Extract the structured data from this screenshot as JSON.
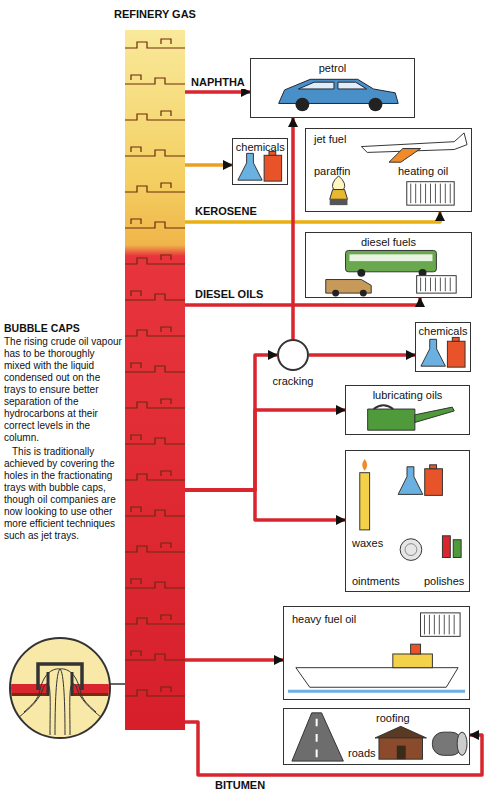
{
  "diagram": {
    "nodes": [
      {
        "text": [
          "REFINERY GAS"
        ]
      },
      {
        "text": [
          "petrol"
        ]
      },
      {
        "text": [
          "chemicals"
        ]
      },
      {
        "text": [
          "jet fuel",
          "paraffin",
          "heating oil"
        ]
      },
      {
        "text": [
          "diesel fuels"
        ]
      },
      {
        "text": [
          "cracking"
        ]
      },
      {
        "text": [
          "chemicals"
        ]
      },
      {
        "text": [
          "lubricating oils"
        ]
      },
      {
        "text": [
          "waxes",
          "ointments",
          "polishes"
        ]
      },
      {
        "text": [
          "heavy fuel oil"
        ]
      },
      {
        "text": [
          "roads",
          "roofing"
        ]
      }
    ],
    "edges": [
      {
        "from": 0,
        "to": 1,
        "label": "NAPHTHA",
        "arrow": "to"
      },
      {
        "from": 0,
        "to": 2,
        "arrow": "to"
      },
      {
        "from": 0,
        "to": 3,
        "label": "KEROSENE",
        "arrow": "to"
      },
      {
        "from": 0,
        "to": 4,
        "label": "DIESEL OILS",
        "arrow": "to"
      },
      {
        "from": 5,
        "to": 1,
        "arrow": "to"
      },
      {
        "from": 5,
        "to": 6,
        "arrow": "to"
      },
      {
        "from": 0,
        "to": 5,
        "arrow": "to"
      },
      {
        "from": 0,
        "to": 7,
        "arrow": "to"
      },
      {
        "from": 0,
        "to": 8,
        "arrow": "to"
      },
      {
        "from": 0,
        "to": 9,
        "arrow": "to"
      },
      {
        "from": 0,
        "to": 10,
        "label": "BITUMEN",
        "arrow": "to"
      }
    ],
    "labels": [
      "BUBBLE CAPS",
      "The rising crude oil vapour has to be thoroughly mixed with the liquid condensed out on the trays to ensure better separation of the hydrocarbons at their correct levels in the column.",
      "This is traditionally achieved by covering the holes in the fractionating trays with bubble caps, though oil companies are now looking to use other more efficient techniques such as jet trays."
    ]
  }
}
